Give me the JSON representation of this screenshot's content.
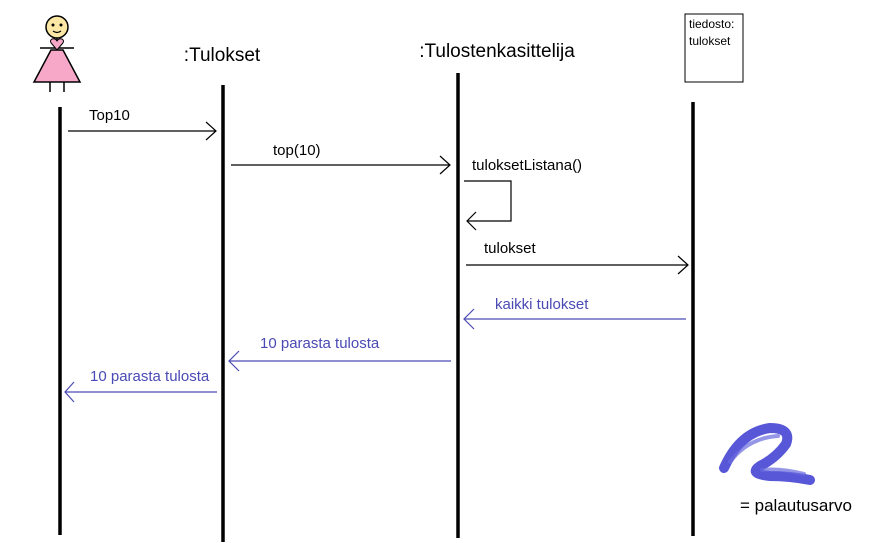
{
  "participants": {
    "actor": "",
    "tulokset": ":Tulokset",
    "kasittelija": ":Tulostenkasittelija",
    "tiedosto_line1": "tiedosto:",
    "tiedosto_line2": "tulokset"
  },
  "messages": {
    "m1": "Top10",
    "m2": "top(10)",
    "m3": "tuloksetListana()",
    "m4": "tulokset",
    "r1": "kaikki tulokset",
    "r2": "10 parasta tulosta",
    "r3": "10 parasta tulosta"
  },
  "legend": {
    "label": "= palautusarvo"
  },
  "colors": {
    "forward_arrow": "#000000",
    "return_arrow": "#4a4ab4",
    "legend_scribble": "#3a3ad0",
    "actor_dress": "#f7a8c8",
    "actor_skin": "#fde7a4"
  }
}
